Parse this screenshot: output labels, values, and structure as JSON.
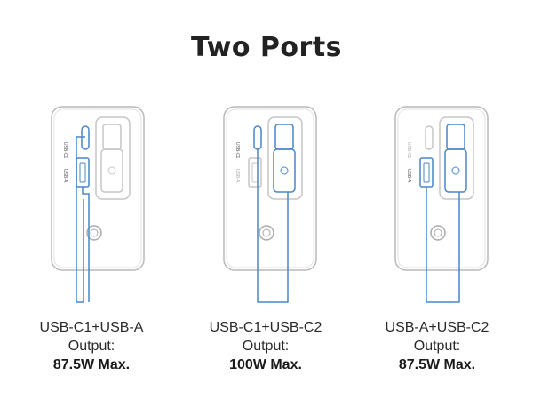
{
  "title": "Two Ports",
  "port_labels": {
    "usb_c1": "USB-C1",
    "usb_a": "USB-A"
  },
  "colors": {
    "highlight": "#4a86c8",
    "outline": "#b9b9b9",
    "faded": "#d4d4d4"
  },
  "panels": [
    {
      "combo": "USB-C1+USB-A",
      "output_label": "Output:",
      "watt": "87.5W Max.",
      "active": [
        "usb_c1",
        "usb_a"
      ]
    },
    {
      "combo": "USB-C1+USB-C2",
      "output_label": "Output:",
      "watt": "100W Max.",
      "active": [
        "usb_c1",
        "usb_c2"
      ]
    },
    {
      "combo": "USB-A+USB-C2",
      "output_label": "Output:",
      "watt": "87.5W Max.",
      "active": [
        "usb_a",
        "usb_c2"
      ]
    }
  ]
}
